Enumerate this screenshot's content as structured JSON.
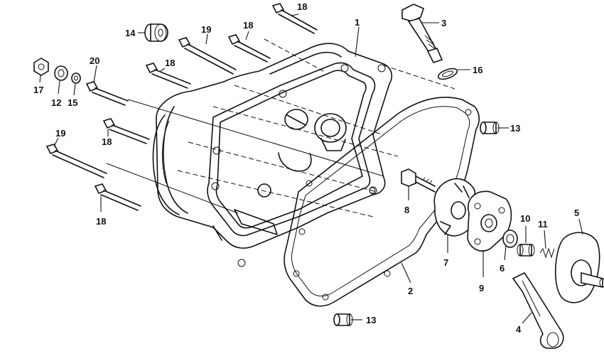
{
  "callouts": [
    {
      "id": "c1",
      "label": "1"
    },
    {
      "id": "c2",
      "label": "2"
    },
    {
      "id": "c3",
      "label": "3"
    },
    {
      "id": "c4",
      "label": "4"
    },
    {
      "id": "c5",
      "label": "5"
    },
    {
      "id": "c6",
      "label": "6"
    },
    {
      "id": "c7",
      "label": "7"
    },
    {
      "id": "c8",
      "label": "8"
    },
    {
      "id": "c9",
      "label": "9"
    },
    {
      "id": "c10",
      "label": "10"
    },
    {
      "id": "c11",
      "label": "11"
    },
    {
      "id": "c12",
      "label": "12"
    },
    {
      "id": "c13a",
      "label": "13"
    },
    {
      "id": "c13b",
      "label": "13"
    },
    {
      "id": "c14",
      "label": "14"
    },
    {
      "id": "c15",
      "label": "15"
    },
    {
      "id": "c16",
      "label": "16"
    },
    {
      "id": "c17",
      "label": "17"
    },
    {
      "id": "c18a",
      "label": "18"
    },
    {
      "id": "c18b",
      "label": "18"
    },
    {
      "id": "c18c",
      "label": "18"
    },
    {
      "id": "c18d",
      "label": "18"
    },
    {
      "id": "c18e",
      "label": "18"
    },
    {
      "id": "c19a",
      "label": "19"
    },
    {
      "id": "c19b",
      "label": "19"
    },
    {
      "id": "c20",
      "label": "20"
    }
  ]
}
